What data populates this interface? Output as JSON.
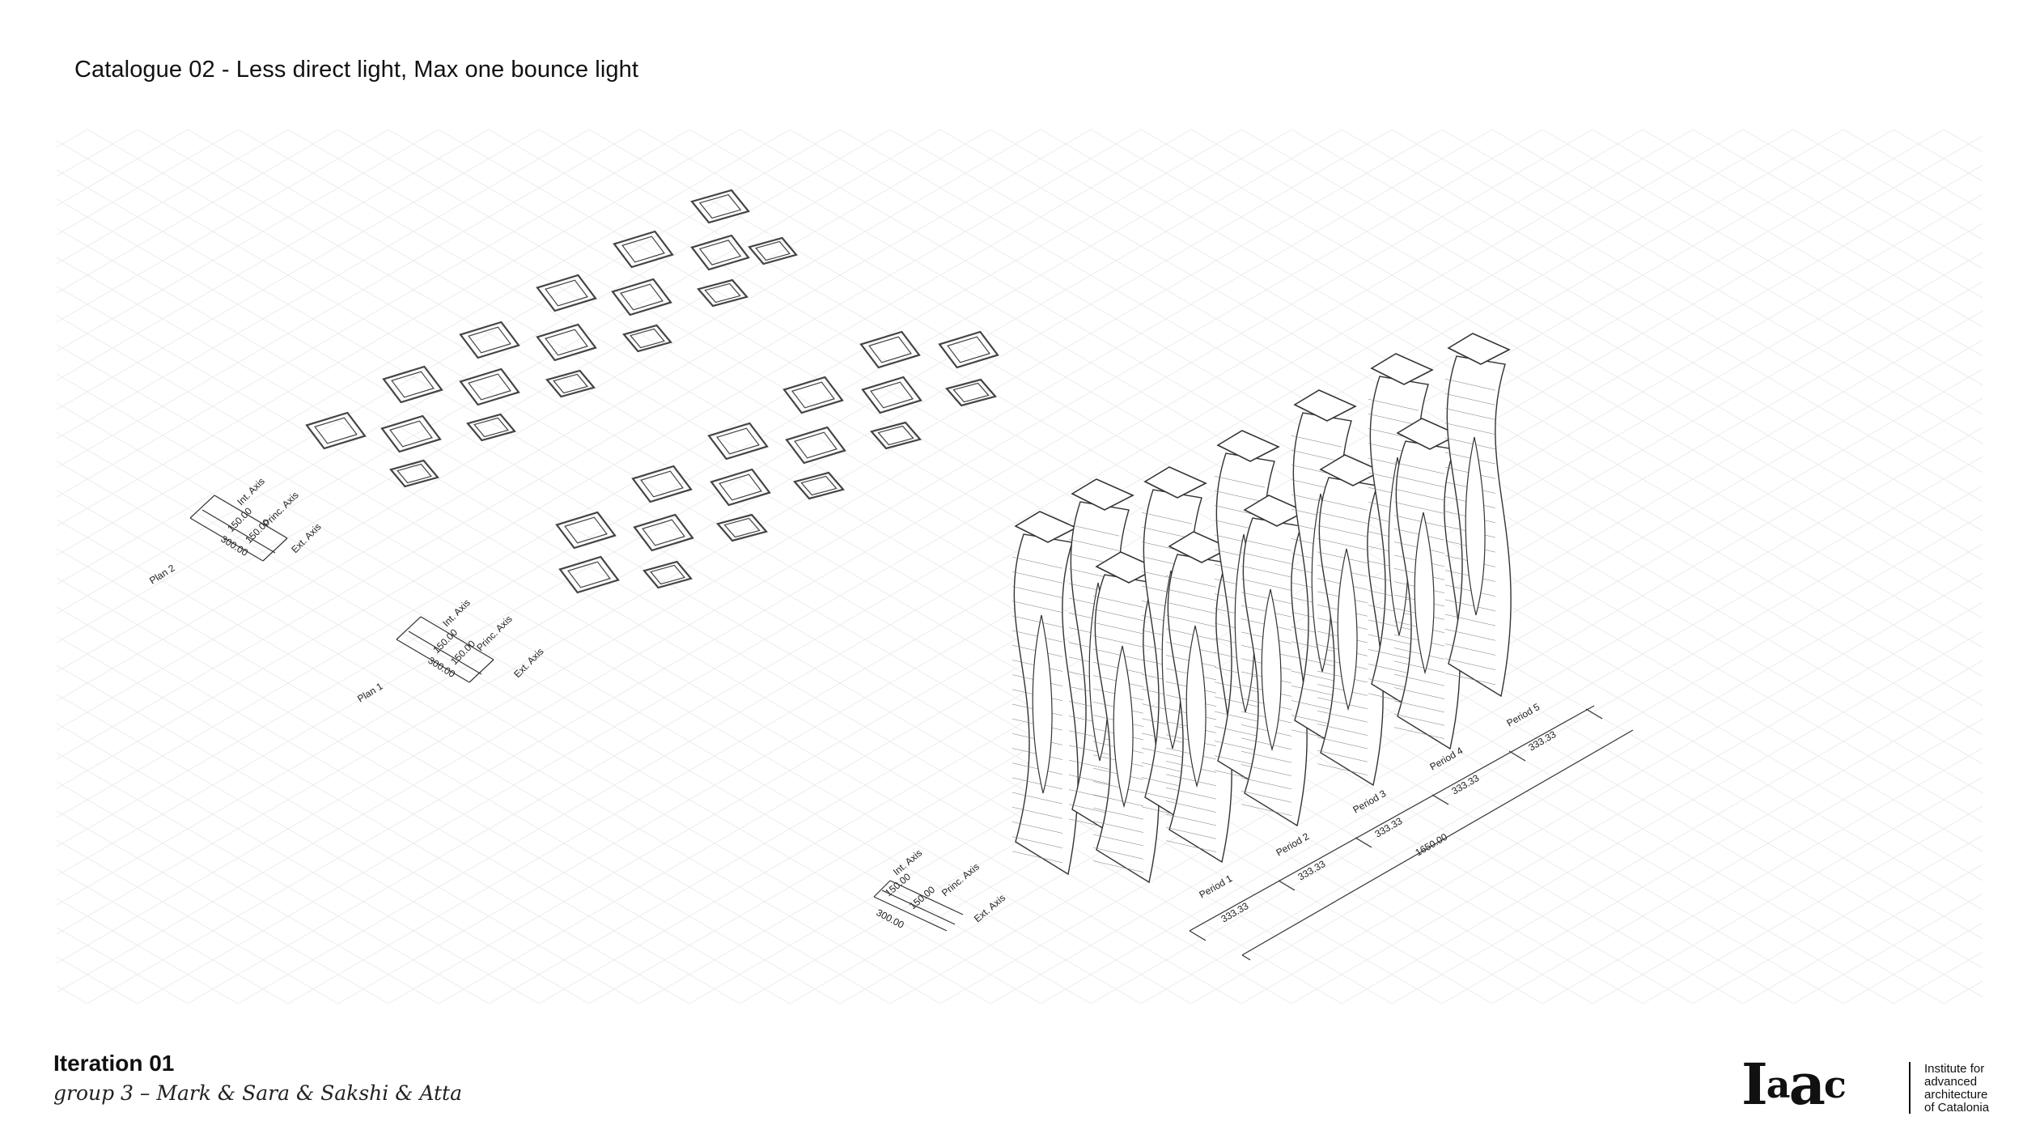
{
  "title": "Catalogue 02 - Less direct light, Max one bounce light",
  "plan2": {
    "name": "Plan 2",
    "axes": [
      "Int. Axis",
      "Princ. Axis",
      "Ext. Axis"
    ],
    "dims": [
      "150.00",
      "150.00",
      "300.00"
    ]
  },
  "plan1": {
    "name": "Plan 1",
    "axes": [
      "Int. Axis",
      "Princ. Axis",
      "Ext. Axis"
    ],
    "dims": [
      "150.00",
      "150.00",
      "300.00"
    ]
  },
  "elevation": {
    "axes": [
      "Int. Axis",
      "Princ. Axis",
      "Ext. Axis"
    ],
    "dims": [
      "150.00",
      "150.00",
      "300.00"
    ],
    "periods": [
      "Period 1",
      "Period 2",
      "Period 3",
      "Period 4",
      "Period 5"
    ],
    "period_values": [
      "333.33",
      "333.33",
      "333.33",
      "333.33",
      "333.33"
    ],
    "total": "1650.00"
  },
  "footer": {
    "iteration": "Iteration 01",
    "group": "group 3 – Mark & Sara & Sakshi & Atta"
  },
  "logo": {
    "mark": "Iaac",
    "lines": [
      "Institute for",
      "advanced",
      "architecture",
      "of Catalonia"
    ]
  },
  "colors": {
    "line": "#333333",
    "grid": "#ececec",
    "text": "#111111"
  }
}
